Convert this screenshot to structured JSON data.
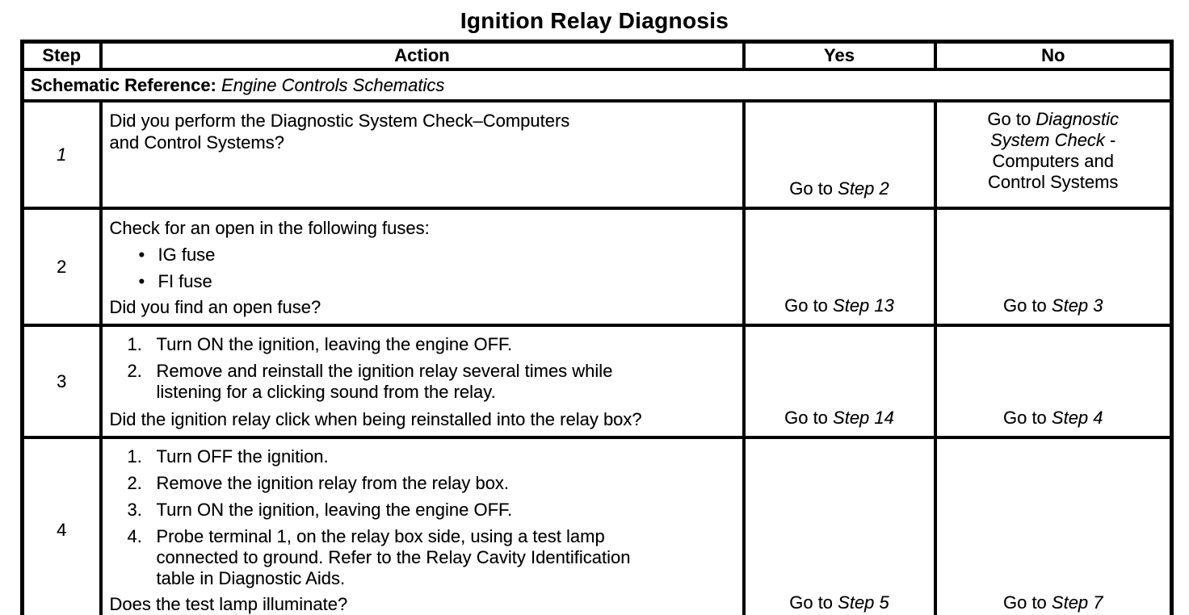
{
  "title": "Ignition Relay Diagnosis",
  "colors": {
    "ink": "#000000",
    "paper": "#ffffff"
  },
  "table": {
    "headers": {
      "step": "Step",
      "action": "Action",
      "yes": "Yes",
      "no": "No"
    },
    "schematic_reference": {
      "label": "Schematic Reference:",
      "value": "Engine Controls Schematics"
    },
    "bullet_char": "•",
    "rows": [
      {
        "step": "1",
        "action": {
          "lines": [
            "Did you perform the Diagnostic System Check–Computers",
            "and Control Systems?"
          ]
        },
        "yes": {
          "prefix": "Go to ",
          "italic": "Step 2",
          "suffix": ""
        },
        "no": {
          "prefix": "Go to ",
          "italic": "Diagnostic System Check",
          "suffix": " - Computers and Control Systems"
        }
      },
      {
        "step": "2",
        "action": {
          "intro": "Check for an open in the following fuses:",
          "bullets": [
            "IG fuse",
            "FI fuse"
          ],
          "question": "Did you find an open fuse?"
        },
        "yes": {
          "prefix": "Go to ",
          "italic": "Step 13",
          "suffix": ""
        },
        "no": {
          "prefix": "Go to ",
          "italic": "Step 3",
          "suffix": ""
        }
      },
      {
        "step": "3",
        "action": {
          "numbered": [
            {
              "num": "1.",
              "lines": [
                "Turn ON the ignition, leaving the engine OFF."
              ]
            },
            {
              "num": "2.",
              "lines": [
                "Remove and reinstall the ignition relay several times while",
                "listening for a clicking sound from the relay."
              ]
            }
          ],
          "question": "Did the ignition relay click when being reinstalled into the relay box?"
        },
        "yes": {
          "prefix": "Go to ",
          "italic": "Step 14",
          "suffix": ""
        },
        "no": {
          "prefix": "Go to ",
          "italic": "Step 4",
          "suffix": ""
        }
      },
      {
        "step": "4",
        "action": {
          "numbered": [
            {
              "num": "1.",
              "lines": [
                "Turn OFF the ignition."
              ]
            },
            {
              "num": "2.",
              "lines": [
                "Remove the ignition relay from the relay box."
              ]
            },
            {
              "num": "3.",
              "lines": [
                "Turn ON the ignition, leaving the engine OFF."
              ]
            },
            {
              "num": "4.",
              "lines": [
                "Probe terminal 1, on the relay box side, using a test lamp",
                "connected to ground. Refer to the Relay Cavity Identification",
                "table in Diagnostic Aids."
              ]
            }
          ],
          "question": "Does the test lamp illuminate?"
        },
        "yes": {
          "prefix": "Go to ",
          "italic": "Step 5",
          "suffix": ""
        },
        "no": {
          "prefix": "Go to ",
          "italic": "Step 7",
          "suffix": ""
        }
      }
    ]
  }
}
